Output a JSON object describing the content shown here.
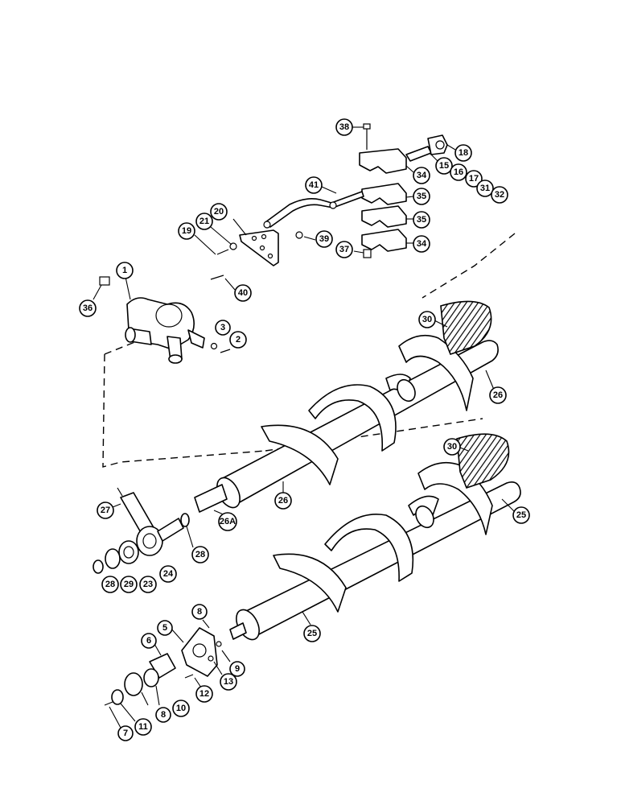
{
  "callouts": [
    {
      "id": "c38",
      "label": "38"
    },
    {
      "id": "c18",
      "label": "18"
    },
    {
      "id": "c15",
      "label": "15"
    },
    {
      "id": "c16",
      "label": "16"
    },
    {
      "id": "c17",
      "label": "17"
    },
    {
      "id": "c31",
      "label": "31"
    },
    {
      "id": "c32",
      "label": "32"
    },
    {
      "id": "c34a",
      "label": "34"
    },
    {
      "id": "c35a",
      "label": "35"
    },
    {
      "id": "c35b",
      "label": "35"
    },
    {
      "id": "c34b",
      "label": "34"
    },
    {
      "id": "c41",
      "label": "41"
    },
    {
      "id": "c20",
      "label": "20"
    },
    {
      "id": "c21",
      "label": "21"
    },
    {
      "id": "c19",
      "label": "19"
    },
    {
      "id": "c39",
      "label": "39"
    },
    {
      "id": "c37",
      "label": "37"
    },
    {
      "id": "c40",
      "label": "40"
    },
    {
      "id": "c1",
      "label": "1"
    },
    {
      "id": "c36",
      "label": "36"
    },
    {
      "id": "c3",
      "label": "3"
    },
    {
      "id": "c2",
      "label": "2"
    },
    {
      "id": "c30a",
      "label": "30"
    },
    {
      "id": "c26a",
      "label": "26"
    },
    {
      "id": "c30b",
      "label": "30"
    },
    {
      "id": "c26b",
      "label": "26"
    },
    {
      "id": "c26A",
      "label": "26A"
    },
    {
      "id": "c25a",
      "label": "25"
    },
    {
      "id": "c27",
      "label": "27"
    },
    {
      "id": "c28a",
      "label": "28"
    },
    {
      "id": "c28b",
      "label": "28"
    },
    {
      "id": "c29",
      "label": "29"
    },
    {
      "id": "c23",
      "label": "23"
    },
    {
      "id": "c24",
      "label": "24"
    },
    {
      "id": "c25b",
      "label": "25"
    },
    {
      "id": "c8a",
      "label": "8"
    },
    {
      "id": "c5",
      "label": "5"
    },
    {
      "id": "c6",
      "label": "6"
    },
    {
      "id": "c9",
      "label": "9"
    },
    {
      "id": "c12",
      "label": "12"
    },
    {
      "id": "c13",
      "label": "13"
    },
    {
      "id": "c10",
      "label": "10"
    },
    {
      "id": "c8b",
      "label": "8"
    },
    {
      "id": "c11",
      "label": "11"
    },
    {
      "id": "c7",
      "label": "7"
    }
  ]
}
